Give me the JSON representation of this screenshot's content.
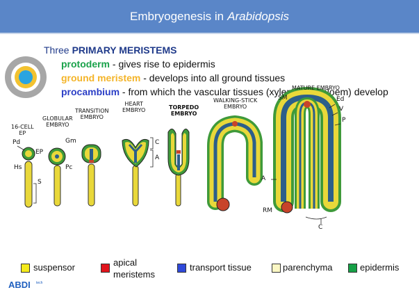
{
  "slide": {
    "title_plain": "Embryogenesis in",
    "title_italic": "Arabidopsis"
  },
  "meristems": {
    "heading_prefix": "Three",
    "heading_bold": "PRIMARY MERISTEMS",
    "items": [
      {
        "term": "protoderm",
        "desc": " - gives rise to epidermis",
        "color": "#19a24a"
      },
      {
        "term": "ground meristem",
        "desc": " - develops into all ground tissues",
        "color": "#f4b428"
      },
      {
        "term": "procambium",
        "desc": " - from which the vascular tissues (xylem and phloem) develop",
        "color": "#2b3ec6"
      }
    ]
  },
  "stages": [
    {
      "name": "16-CELL\nEP"
    },
    {
      "name": "GLOBULAR\nEMBRYO"
    },
    {
      "name": "TRANSITION\nEMBRYO"
    },
    {
      "name": "HEART\nEMBRYO"
    },
    {
      "name": "TORPEDO\nEMBRYO"
    },
    {
      "name": "WALKING-STICK\nEMBRYO"
    },
    {
      "name": "MATURE EMBRYO"
    }
  ],
  "structure_labels": {
    "pd": "Pd",
    "ep": "EP",
    "hs": "Hs",
    "s": "S",
    "gm": "Gm",
    "pc": "Pc",
    "c": "C",
    "a": "A",
    "sm": "SM",
    "ed": "Ed",
    "v": "V",
    "p": "P",
    "a2": "A",
    "rm": "RM",
    "c2": "C"
  },
  "legend": [
    {
      "label": "suspensor",
      "color": "#f4ea1c"
    },
    {
      "label": "apical\nmeristems",
      "color": "#e0141c"
    },
    {
      "label": "transport tissue",
      "color": "#2f49d9"
    },
    {
      "label": "parenchyma",
      "color": "#fbf7c4"
    },
    {
      "label": "epidermis",
      "color": "#16a046"
    }
  ],
  "logo": {
    "text": "ABDI",
    "sub": "tech"
  },
  "colors": {
    "title_bar": "#5a86c8",
    "cell_green": "#3f9a3a",
    "cell_yellow": "#e9d83a",
    "cell_blue": "#2c5f8a",
    "cell_red": "#c8442a"
  }
}
